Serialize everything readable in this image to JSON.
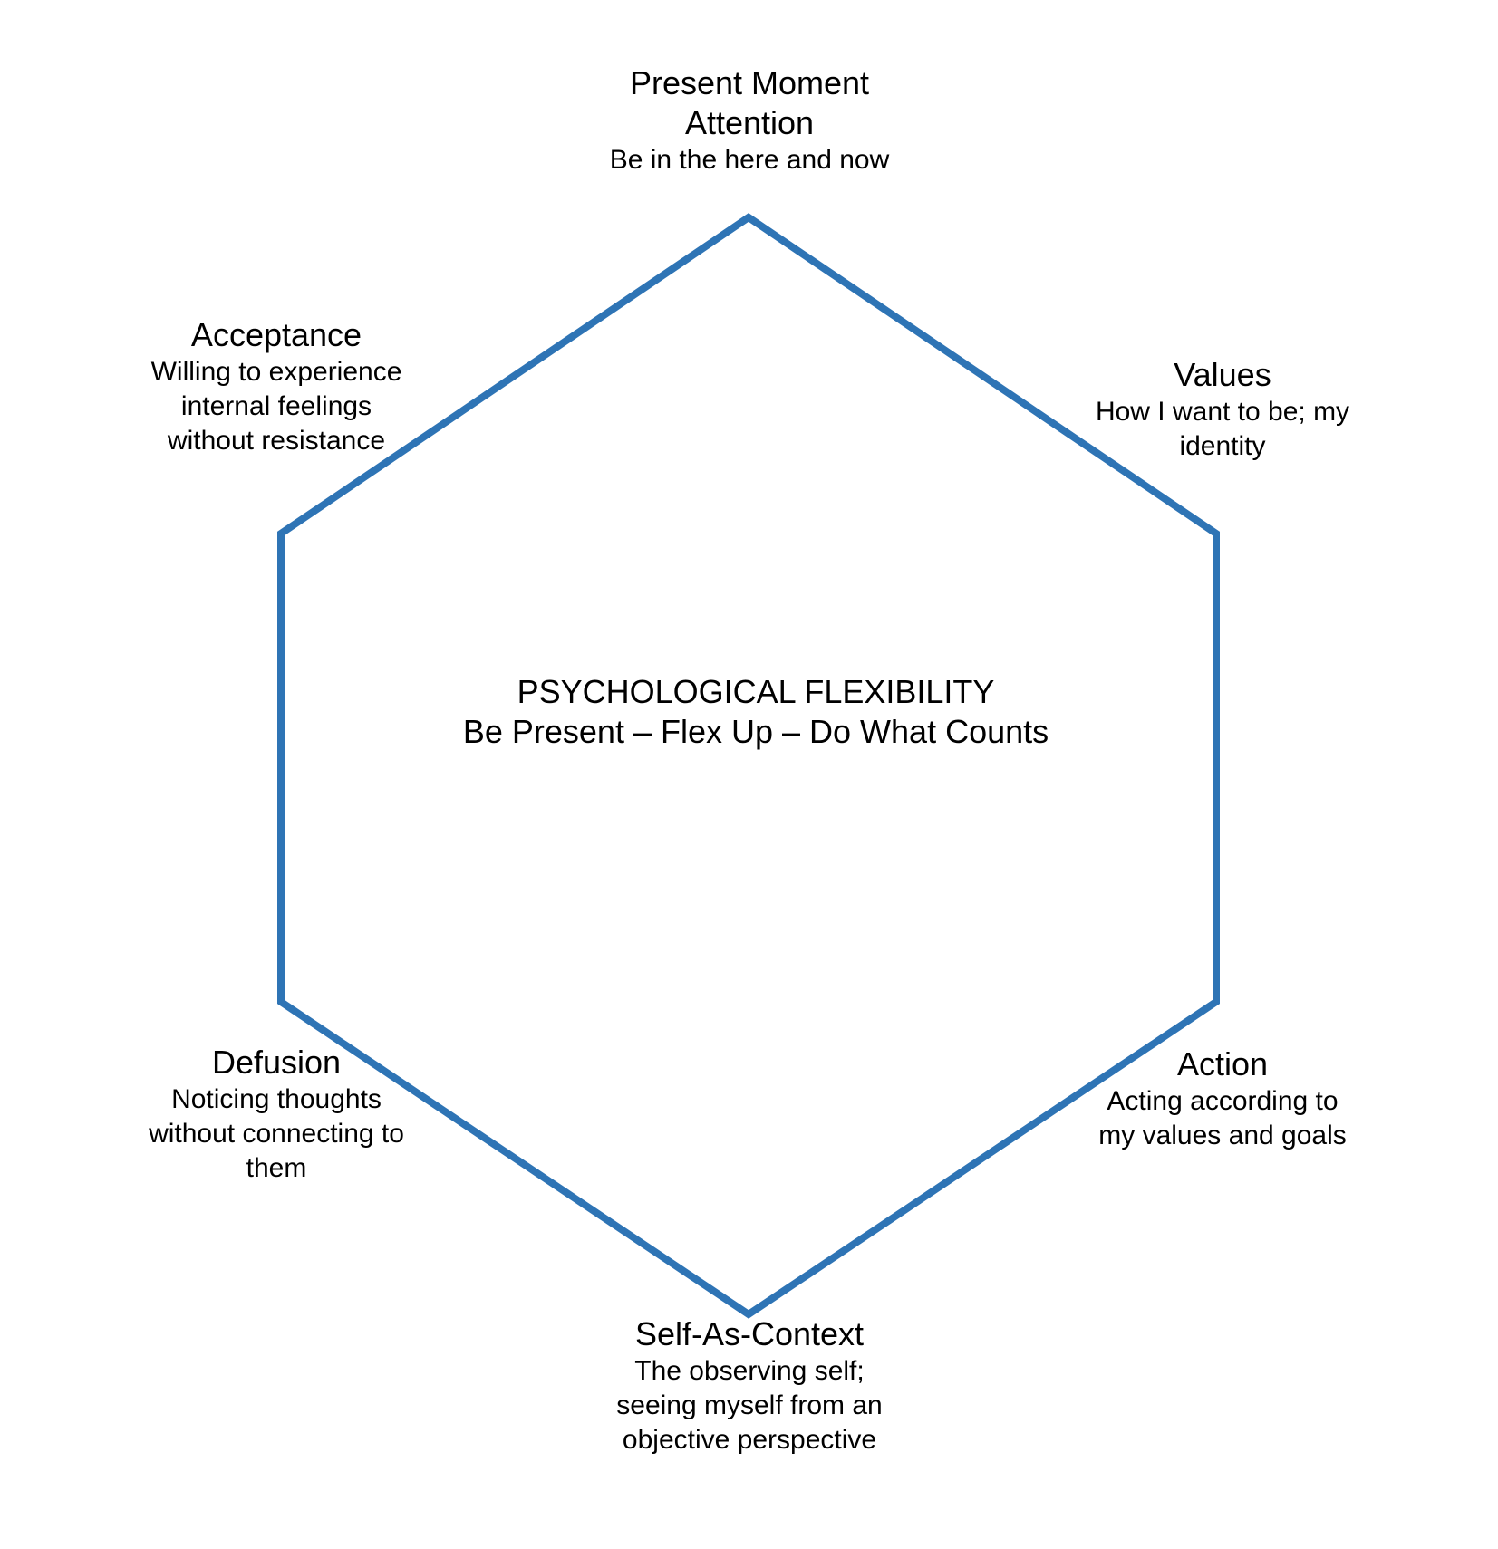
{
  "center": {
    "title": "PSYCHOLOGICAL FLEXIBILITY",
    "subtitle": "Be Present – Flex Up – Do What Counts"
  },
  "nodes": {
    "present_moment": {
      "title_line1": "Present Moment",
      "title_line2": "Attention",
      "desc_line1": "Be in the here and now"
    },
    "values": {
      "title": "Values",
      "desc_line1": "How I want to be; my",
      "desc_line2": "identity"
    },
    "action": {
      "title": "Action",
      "desc_line1": "Acting according to",
      "desc_line2": "my values and goals"
    },
    "self_as_context": {
      "title": "Self-As-Context",
      "desc_line1": "The observing self;",
      "desc_line2": "seeing myself from an",
      "desc_line3": "objective perspective"
    },
    "defusion": {
      "title": "Defusion",
      "desc_line1": "Noticing thoughts",
      "desc_line2": "without connecting to",
      "desc_line3": "them"
    },
    "acceptance": {
      "title": "Acceptance",
      "desc_line1": "Willing to experience",
      "desc_line2": "internal feelings",
      "desc_line3": "without resistance"
    }
  },
  "colors": {
    "hexagon_stroke": "#2E74B5",
    "text": "#000000"
  }
}
